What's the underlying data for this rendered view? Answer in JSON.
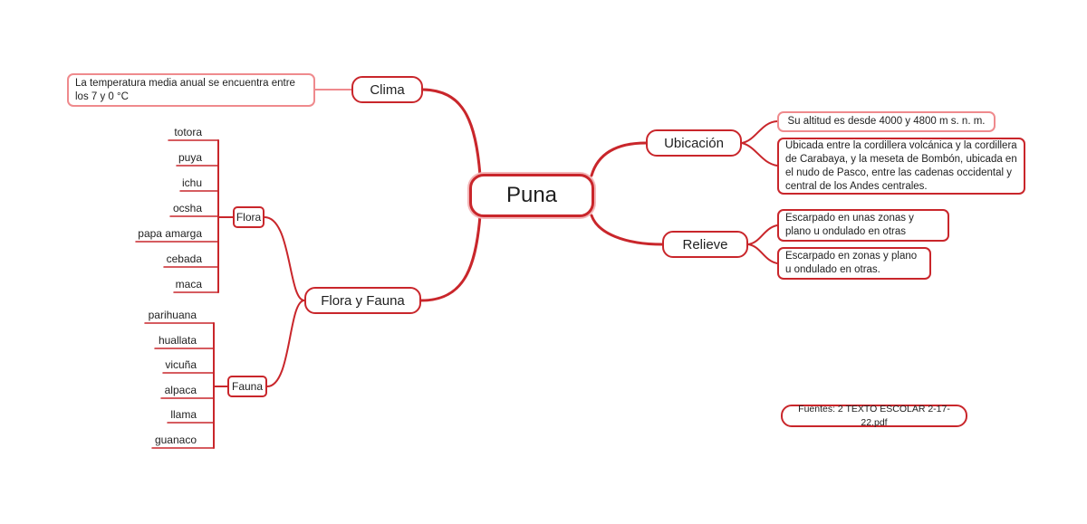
{
  "diagram": {
    "central": "Puna",
    "branches": {
      "clima": {
        "label": "Clima",
        "notes": [
          "La temperatura media anual se encuentra entre los 7 y 0 °C"
        ]
      },
      "ubicacion": {
        "label": "Ubicación",
        "notes": [
          "Su altitud es desde 4000 y 4800 m s. n. m.",
          "Ubicada entre la cordillera volcánica y la cordillera de Carabaya, y la meseta de Bombón, ubicada en el nudo de Pasco, entre las cadenas occidental y central de los Andes centrales."
        ]
      },
      "relieve": {
        "label": "Relieve",
        "notes": [
          "Escarpado en unas zonas y plano u ondulado en otras",
          "Escarpado en zonas y plano u ondulado en otras."
        ]
      },
      "flora_fauna": {
        "label": "Flora y Fauna",
        "flora": {
          "label": "Flora",
          "items": [
            "totora",
            "puya",
            "ichu",
            "ocsha",
            "papa amarga",
            "cebada",
            "maca"
          ]
        },
        "fauna": {
          "label": "Fauna",
          "items": [
            "parihuana",
            "huallata",
            "vicuña",
            "alpaca",
            "llama",
            "guanaco"
          ]
        }
      }
    },
    "source": "Fuentes: 2 TEXTO ESCOLAR 2-17-22.pdf"
  },
  "colors": {
    "line": "#c9262b",
    "border": "#c9262b",
    "soft_border": "#ef8a8d"
  }
}
